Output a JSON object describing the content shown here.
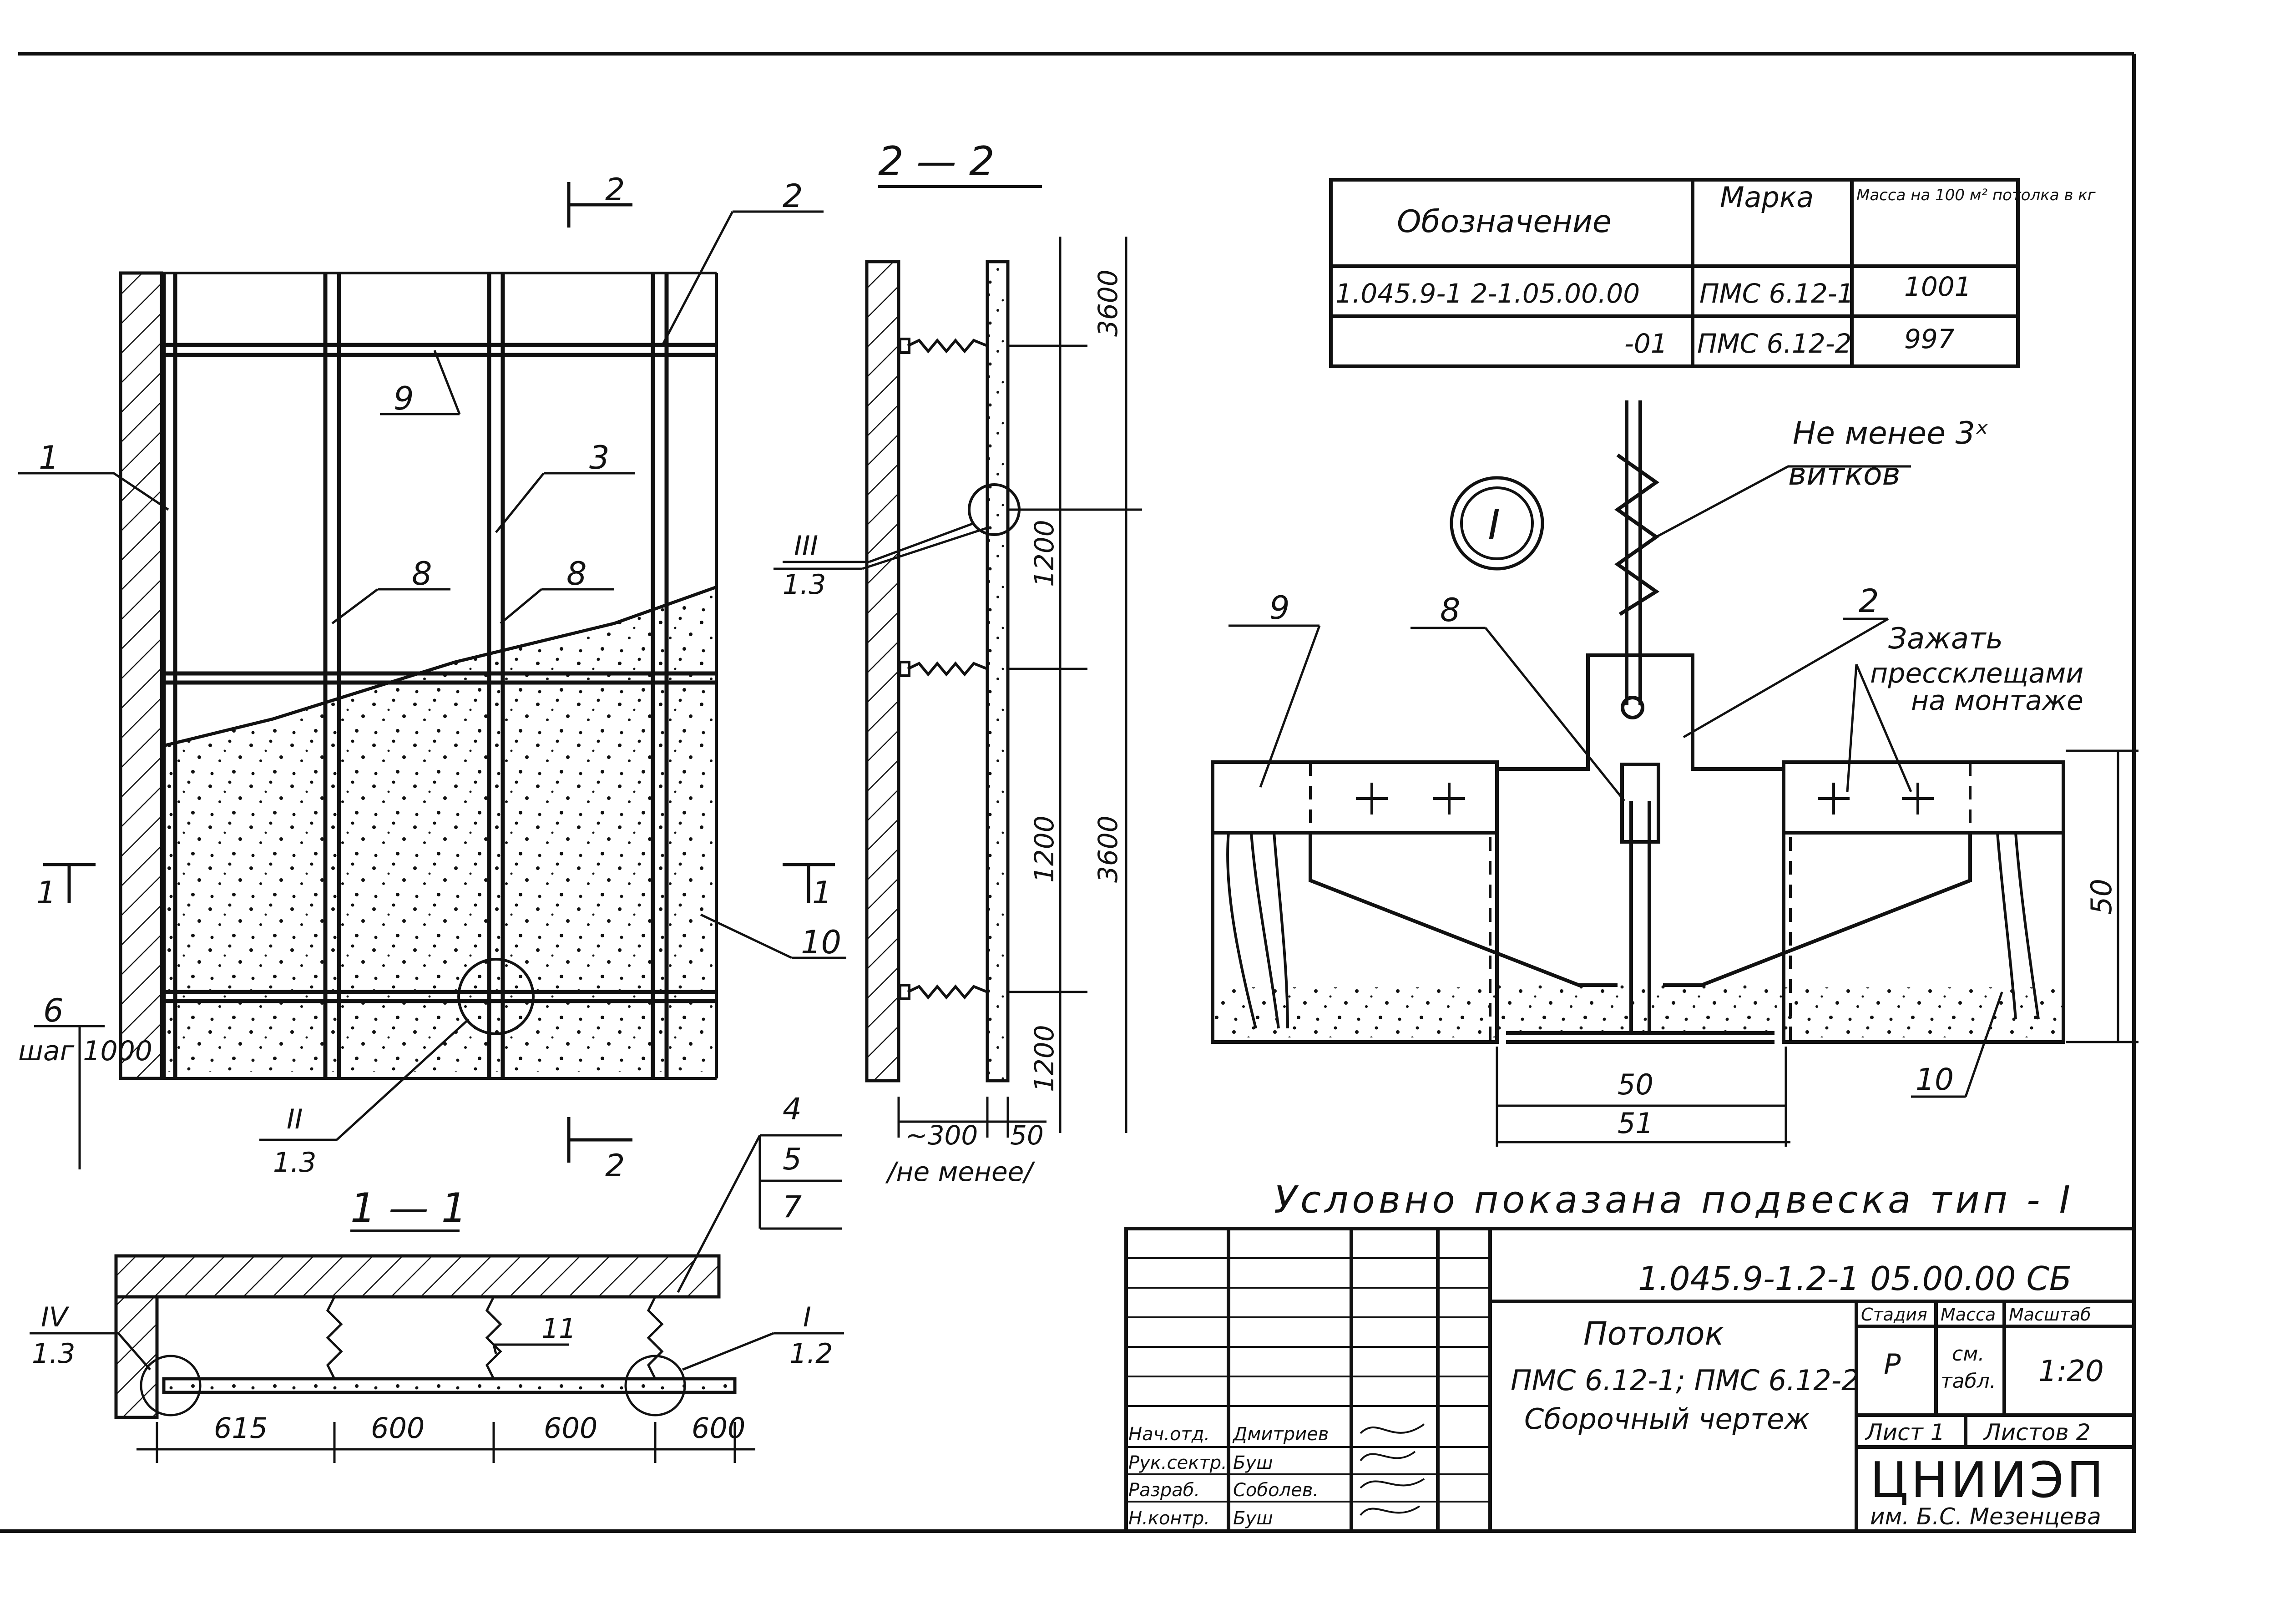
{
  "section_titles": {
    "s22": "2 — 2",
    "s11": "1 — 1"
  },
  "section_marks": {
    "left_1": "1",
    "right_1": "1",
    "top_2": "2",
    "bottom_2": "2"
  },
  "plan_labels": {
    "l1": "1",
    "l2": "2",
    "l3": "3",
    "l4": "4",
    "l5": "5",
    "l7": "7",
    "l8a": "8",
    "l8b": "8",
    "l9": "9",
    "l10": "10",
    "l6": "6",
    "step": "шаг 1000",
    "ref_ii_num": "II",
    "ref_ii_den": "1.3",
    "ref_iii_num": "III",
    "ref_iii_den": "1.3"
  },
  "section22_dims": {
    "d3600a": "3600",
    "d1200a": "1200",
    "d1200b": "1200",
    "d3600b": "3600",
    "d1200c": "1200",
    "d300": "~300",
    "d50": "50",
    "note": "/не менее/"
  },
  "section11": {
    "ref_iv_num": "IV",
    "ref_iv_den": "1.3",
    "ref_i_num": "I",
    "ref_i_den": "1.2",
    "label_11": "11",
    "dims": [
      "615",
      "600",
      "600",
      "600"
    ]
  },
  "spec_table": {
    "headers": [
      "Обозначение",
      "Марка",
      "Масса на 100 м² потолка в кг"
    ],
    "rows": [
      [
        "1.045.9-1 2-1.05.00.00",
        "ПМС 6.12-1",
        "1001"
      ],
      [
        "-01",
        "ПМС 6.12-2",
        "997"
      ]
    ]
  },
  "detail": {
    "node_mark": "I",
    "note_turns_1": "Не менее 3ˣ",
    "note_turns_2": "витков",
    "note_clamp_1": "Зажать",
    "note_clamp_2": "прессклещами",
    "note_clamp_3": "на монтаже",
    "l9": "9",
    "l8": "8",
    "l2": "2",
    "l10": "10",
    "dim_50v": "50",
    "dim_50": "50",
    "dim_51": "51",
    "caption": "Условно показана подвеска тип - I"
  },
  "title_block": {
    "code": "1.045.9-1.2-1 05.00.00 СБ",
    "title_1": "Потолок",
    "title_2": "ПМС 6.12-1; ПМС 6.12-2",
    "title_3": "Сборочный чертеж",
    "h_stage": "Стадия",
    "h_mass": "Масса",
    "h_scale": "Масштаб",
    "stage": "Р",
    "mass_1": "см.",
    "mass_2": "табл.",
    "scale": "1:20",
    "sheet": "Лист 1",
    "sheets": "Листов 2",
    "org_1": "ЦНИИЭП",
    "org_2": "им. Б.С. Мезенцева",
    "people": [
      {
        "role": "Нач.отд.",
        "name": "Дмитриев"
      },
      {
        "role": "Рук.сектр.",
        "name": "Буш"
      },
      {
        "role": "Разраб.",
        "name": "Соболев."
      },
      {
        "role": "Н.контр.",
        "name": "Буш"
      }
    ]
  }
}
